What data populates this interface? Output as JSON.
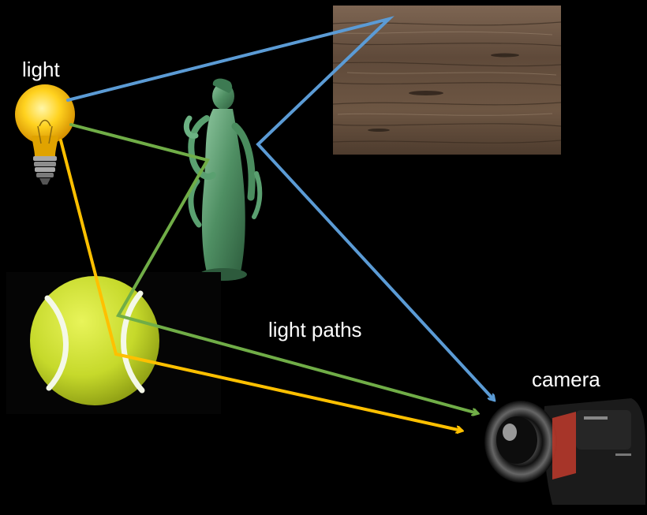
{
  "labels": {
    "light": "light",
    "camera": "camera",
    "paths": "light paths"
  },
  "path_colors": {
    "blue": "#5b9bd5",
    "green": "#70ad47",
    "orange": "#ffc000"
  },
  "objects": [
    "light-bulb",
    "wood-plank",
    "jade-statue",
    "tennis-ball",
    "camera"
  ]
}
